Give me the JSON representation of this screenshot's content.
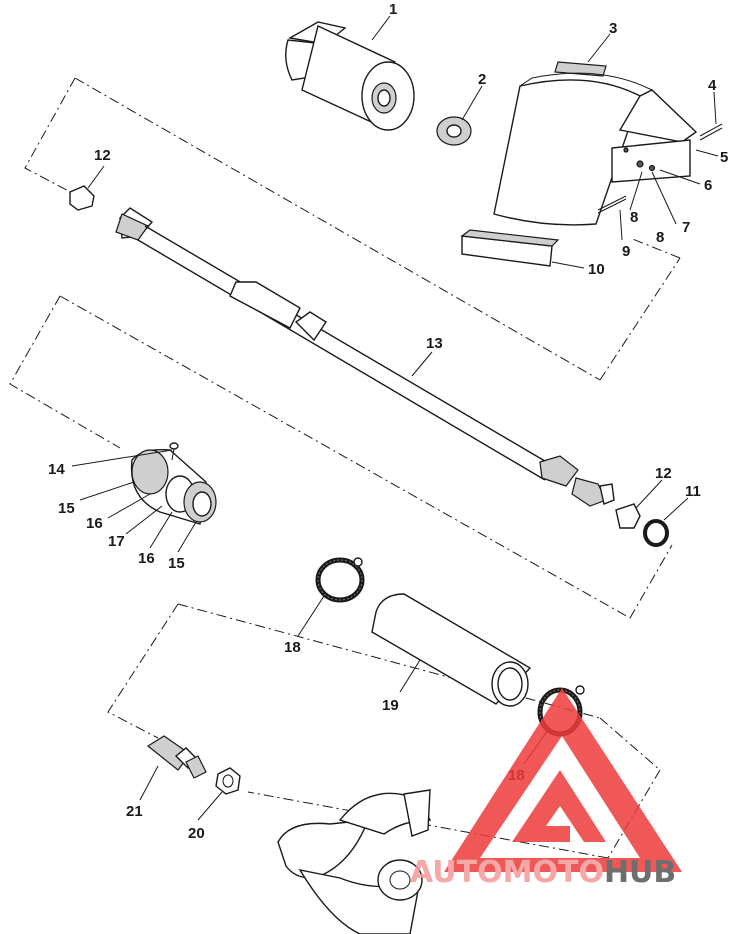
{
  "callouts": {
    "c1": "1",
    "c2": "2",
    "c3": "3",
    "c4": "4",
    "c5": "5",
    "c6": "6",
    "c7": "7",
    "c8a": "8",
    "c8b": "8",
    "c9": "9",
    "c10": "10",
    "c11": "11",
    "c12a": "12",
    "c12b": "12",
    "c13": "13",
    "c14": "14",
    "c15a": "15",
    "c15b": "15",
    "c16a": "16",
    "c16b": "16",
    "c17": "17",
    "c18a": "18",
    "c18b": "18",
    "c19": "19",
    "c20": "20",
    "c21": "21"
  },
  "watermark": {
    "part1": "AUTO",
    "part2": "MOTO",
    "part3": "HUB",
    "color_red": "#ee3b3b",
    "color_pink": "#f59a9a",
    "color_gray": "#555555"
  }
}
